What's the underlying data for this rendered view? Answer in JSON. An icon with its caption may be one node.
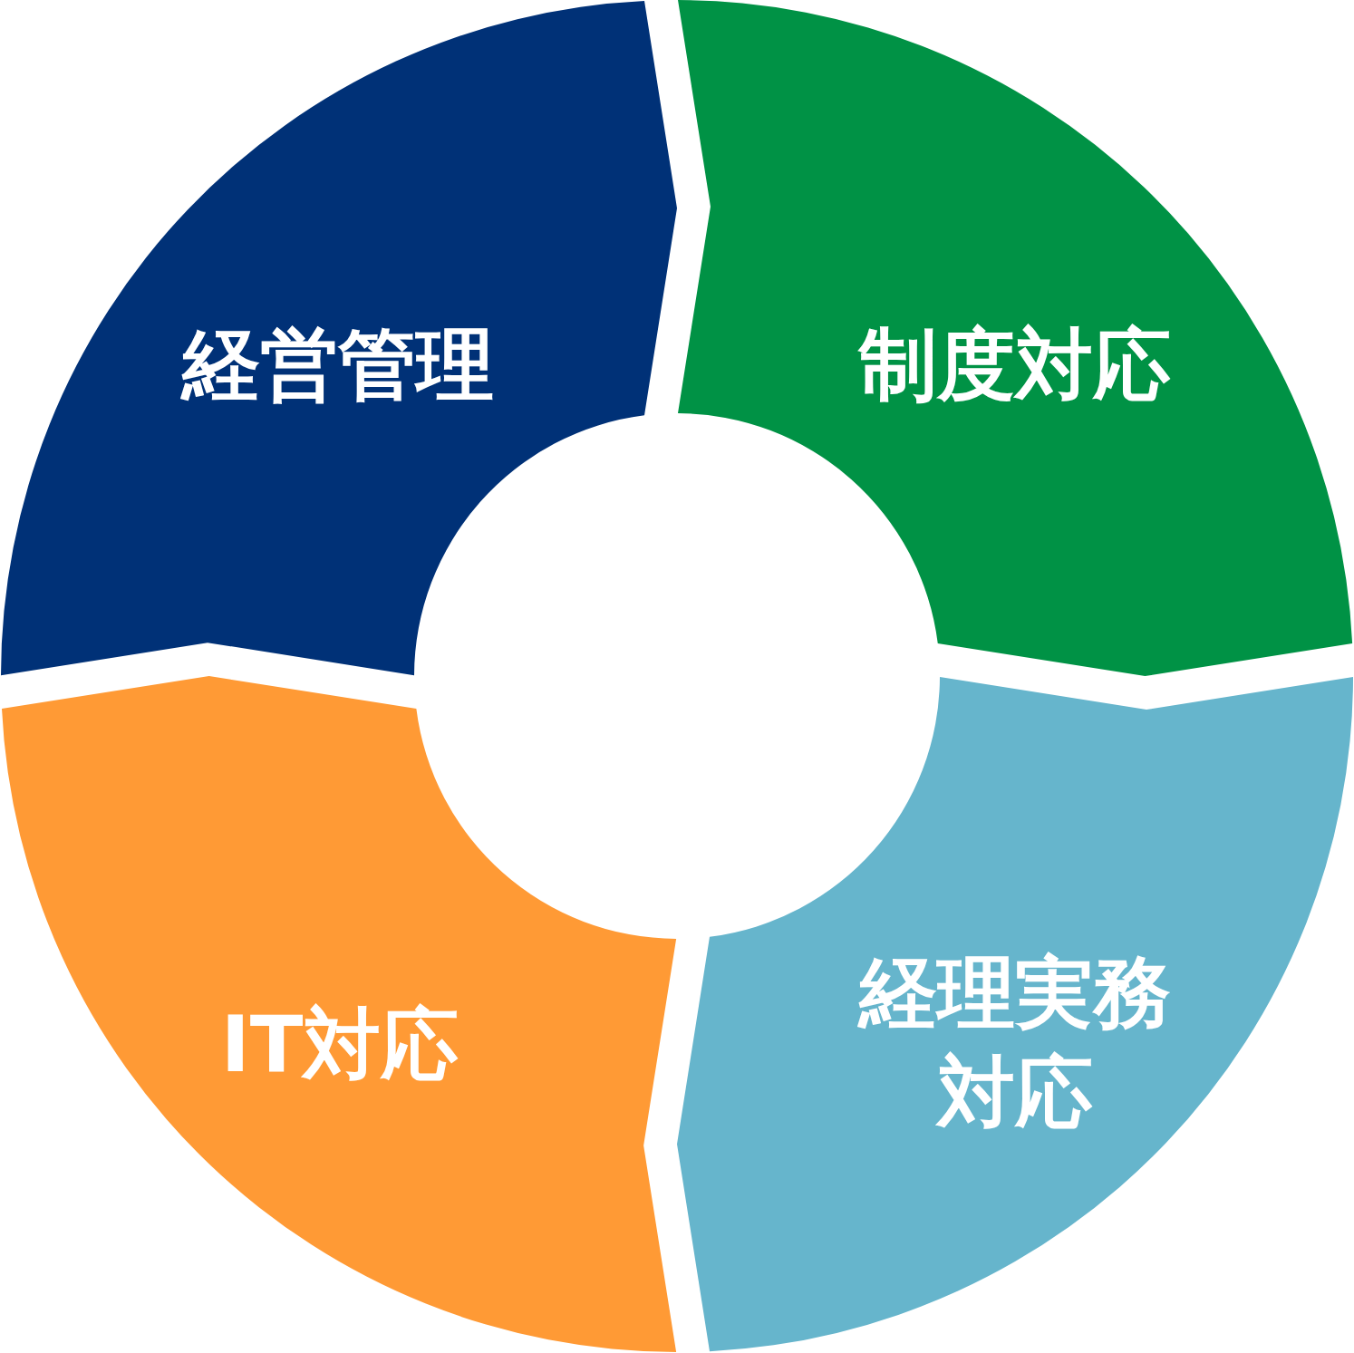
{
  "diagram": {
    "nodes": [
      {
        "text": [
          "経営管理"
        ]
      },
      {
        "text": [
          "制度対応"
        ]
      },
      {
        "text": [
          "経理実務対応"
        ]
      },
      {
        "text": [
          "IT対応"
        ]
      }
    ]
  }
}
